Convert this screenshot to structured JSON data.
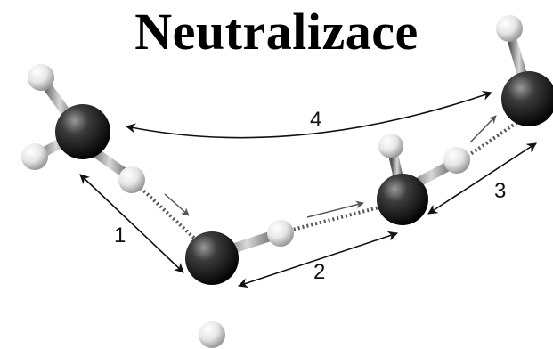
{
  "title": "Neutralizace",
  "steps": [
    {
      "label": "1"
    },
    {
      "label": "2"
    },
    {
      "label": "3"
    },
    {
      "label": "4"
    }
  ]
}
